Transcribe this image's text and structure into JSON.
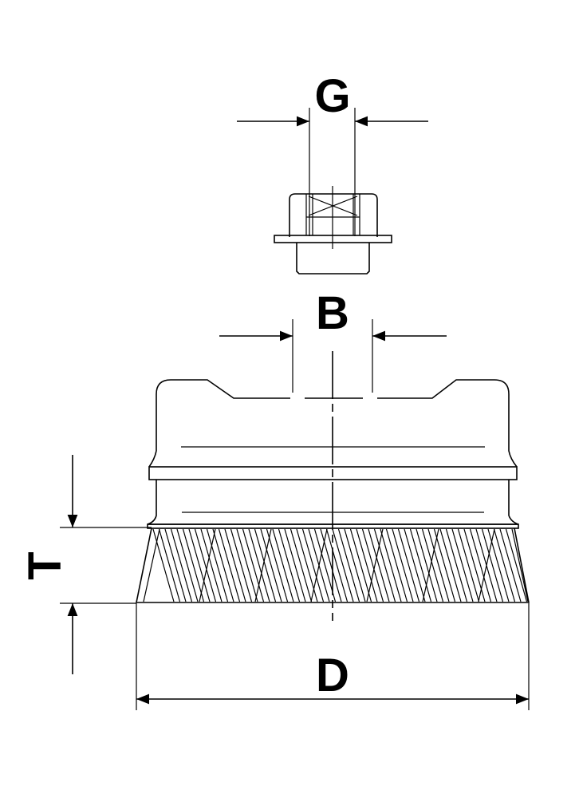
{
  "labels": {
    "G": "G",
    "B": "B",
    "T": "T",
    "D": "D"
  },
  "colors": {
    "line": "#000000",
    "background": "#ffffff"
  }
}
